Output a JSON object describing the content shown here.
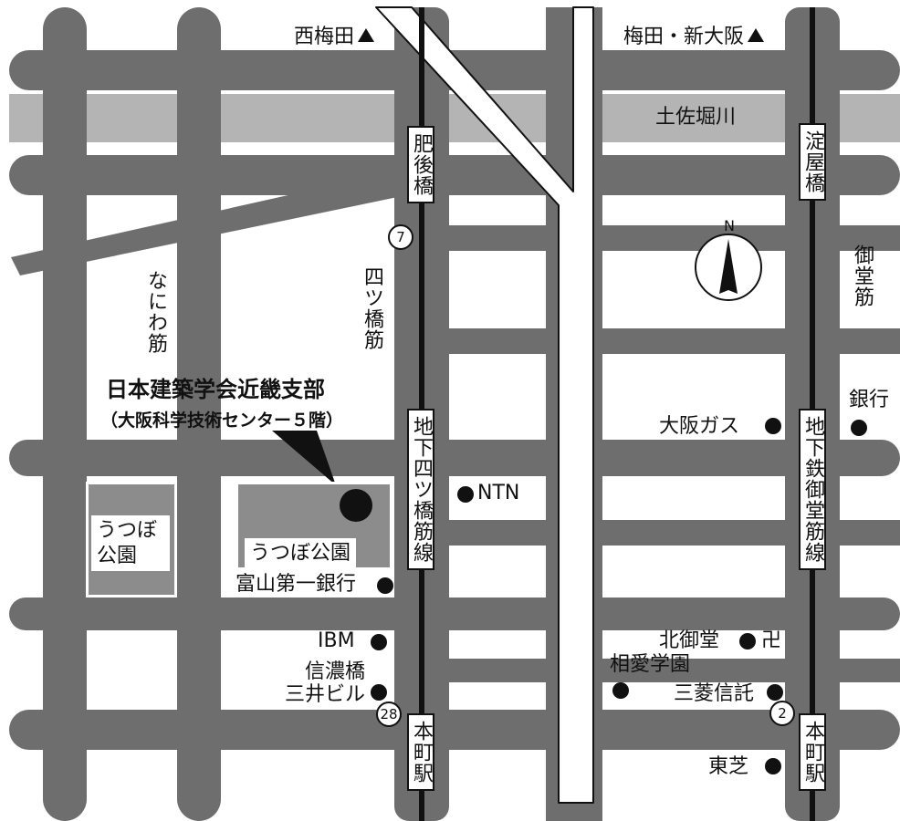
{
  "directions": {
    "nishiumeda": "西梅田",
    "umeda_shinosaka": "梅田・新大阪"
  },
  "river": "土佐堀川",
  "bridges": {
    "higobashi": "肥後橋",
    "yodoyabashi": "淀屋橋"
  },
  "streets": {
    "naniwa": "なにわ筋",
    "yotsubashi": "四ツ橋筋",
    "midosuji": "御堂筋"
  },
  "subway_lines": {
    "yotsubashi_line": "地下四ツ橋筋線",
    "midosuji_line": "地下鉄御堂筋線"
  },
  "stations": {
    "hommachi_west": "本町駅",
    "hommachi_east": "本町駅"
  },
  "routes": {
    "r7": "7",
    "r28": "28",
    "r2": "2"
  },
  "destination": {
    "name": "日本建築学会近畿支部",
    "subtitle": "（大阪科学技術センター５階）"
  },
  "parks": {
    "west": "うつぼ\n公園",
    "east": "うつぼ公園"
  },
  "compass": "N",
  "landmarks": {
    "toyama_bank": "富山第一銀行",
    "ibm": "IBM",
    "shinanobashi_mitsui": "信濃橋\n三井ビル",
    "ntn": "NTN",
    "osaka_gas": "大阪ガス",
    "bank": "銀行",
    "kitamido": "北御堂",
    "temple_symbol": "卍",
    "soai": "相愛学園",
    "mitsubishi_trust": "三菱信託",
    "toshiba": "東芝"
  }
}
